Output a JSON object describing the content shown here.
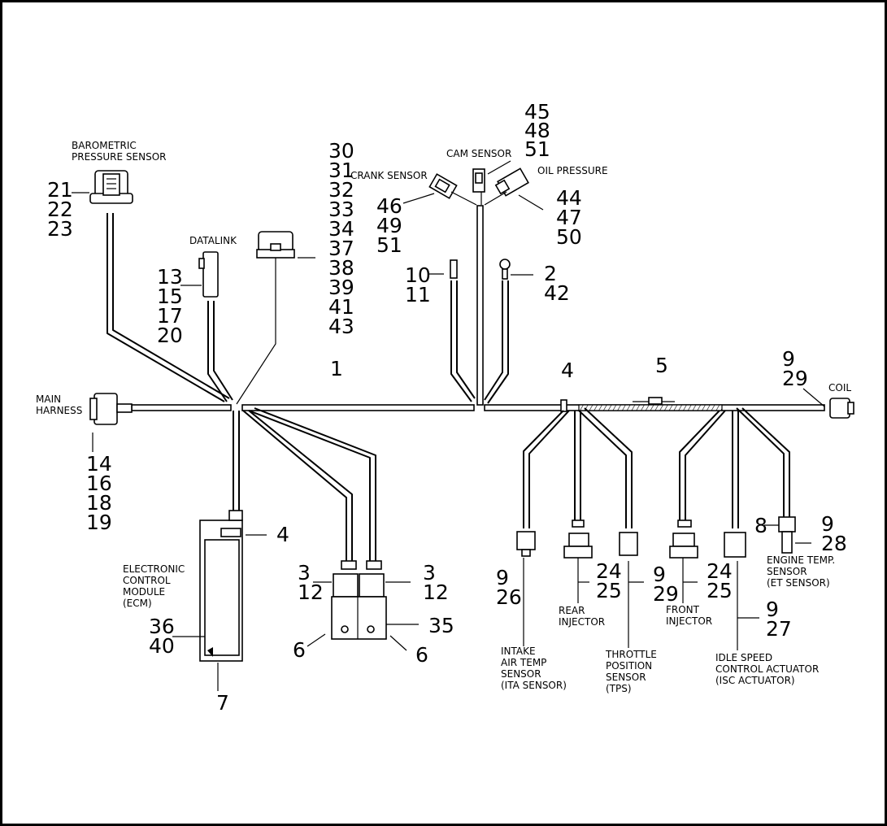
{
  "labels": {
    "baro": [
      "BAROMETRIC",
      "PRESSURE SENSOR"
    ],
    "datalink": [
      "DATALINK"
    ],
    "crank": [
      "CRANK SENSOR"
    ],
    "cam": [
      "CAM SENSOR"
    ],
    "oil": [
      "OIL PRESSURE"
    ],
    "coil": [
      "COIL"
    ],
    "main": [
      "MAIN",
      "HARNESS"
    ],
    "ecm": [
      "ELECTRONIC",
      "CONTROL",
      "MODULE",
      "(ECM)"
    ],
    "rear_inj": [
      "REAR",
      "INJECTOR"
    ],
    "front_inj": [
      "FRONT",
      "INJECTOR"
    ],
    "ita": [
      "INTAKE",
      "AIR TEMP",
      "SENSOR",
      "(ITA SENSOR)"
    ],
    "tps": [
      "THROTTLE",
      "POSITION",
      "SENSOR",
      "(TPS)"
    ],
    "isc": [
      "IDLE SPEED",
      "CONTROL ACTUATOR",
      "(ISC ACTUATOR)"
    ],
    "et": [
      "ENGINE TEMP.",
      "SENSOR",
      "(ET SENSOR)"
    ]
  },
  "callouts": {
    "baro": [
      "21",
      "22",
      "23"
    ],
    "datalink": [
      "13",
      "15",
      "17",
      "20"
    ],
    "connector": [
      "30",
      "31",
      "32",
      "33",
      "34",
      "37",
      "38",
      "39",
      "41",
      "43"
    ],
    "crank": [
      "46",
      "49",
      "51"
    ],
    "cam": [
      "45",
      "48",
      "51"
    ],
    "oil": [
      "44",
      "47",
      "50"
    ],
    "term10": [
      "10",
      "11"
    ],
    "ring": [
      "2",
      "42"
    ],
    "main_trunk": [
      "1"
    ],
    "clip_right": [
      "4"
    ],
    "wrap": [
      "5"
    ],
    "coil": [
      "9",
      "29"
    ],
    "main_harness": [
      "14",
      "16",
      "18",
      "19"
    ],
    "ecm_conn": [
      "4"
    ],
    "ecm_body": [
      "36",
      "40"
    ],
    "ecm_bracket": [
      "7"
    ],
    "relay_left_top": [
      "3",
      "12"
    ],
    "relay_right_top": [
      "3",
      "12"
    ],
    "relay_base_left": [
      "6"
    ],
    "relay_base_right": [
      "6"
    ],
    "relay_mid": [
      "35"
    ],
    "ita": [
      "9",
      "26"
    ],
    "rear_inj": [
      "24",
      "25"
    ],
    "tps": [
      "9",
      "29"
    ],
    "front_inj": [
      "24",
      "25"
    ],
    "isc": [
      "9",
      "27"
    ],
    "et": [
      "8"
    ],
    "et_right": [
      "9",
      "28"
    ]
  }
}
